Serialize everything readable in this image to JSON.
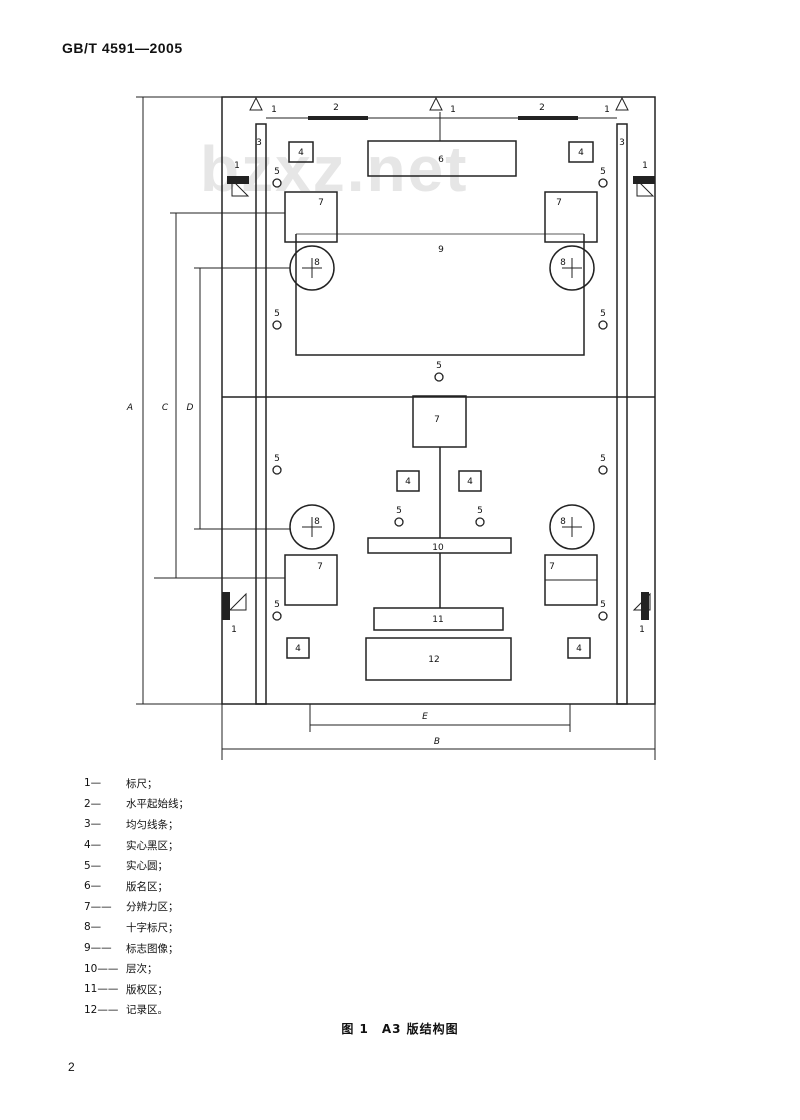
{
  "header": {
    "standard_code": "GB/T 4591—2005"
  },
  "watermark": {
    "text": "bzxz.net"
  },
  "diagram": {
    "labels": {
      "ruler": "1",
      "start_line": "2",
      "uniform_lines": "3",
      "black_area": "4",
      "solid_circle": "5",
      "title_area": "6",
      "resolution_area": "7",
      "cross_ruler": "8",
      "logo_image": "9",
      "gradation": "10",
      "copyright_area": "11",
      "record_area": "12"
    },
    "dimensions": {
      "A": "A",
      "B": "B",
      "C": "C",
      "D": "D",
      "E": "E"
    }
  },
  "legend": {
    "items": [
      {
        "num": "1—",
        "text": "标尺；"
      },
      {
        "num": "2—",
        "text": "水平起始线；"
      },
      {
        "num": "3—",
        "text": "均匀线条；"
      },
      {
        "num": "4—",
        "text": "实心黑区；"
      },
      {
        "num": "5—",
        "text": "实心圆；"
      },
      {
        "num": "6—",
        "text": "版名区；"
      },
      {
        "num": "7——",
        "text": "分辨力区；"
      },
      {
        "num": "8—",
        "text": "十字标尺；"
      },
      {
        "num": "9——",
        "text": "标志图像；"
      },
      {
        "num": "10——",
        "text": "层次；"
      },
      {
        "num": "11——",
        "text": "版权区；"
      },
      {
        "num": "12——",
        "text": "记录区。"
      }
    ]
  },
  "figure": {
    "caption": "图 1　A3 版结构图"
  },
  "footer": {
    "page_number": "2"
  }
}
